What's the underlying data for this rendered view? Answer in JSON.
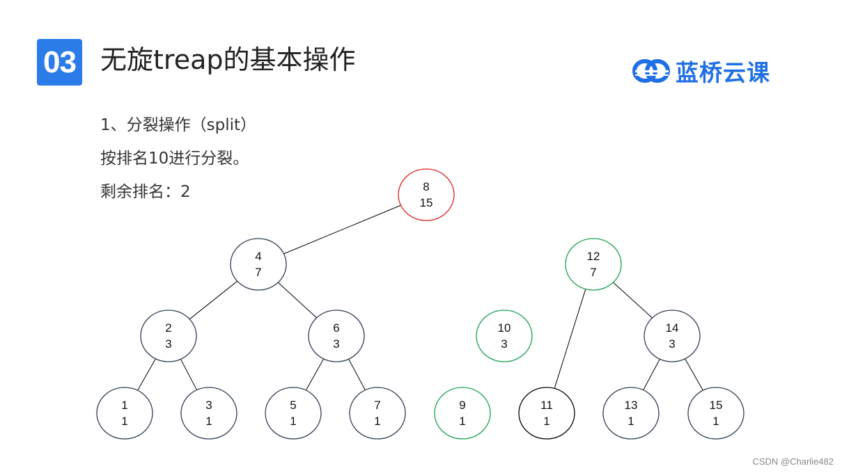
{
  "header": {
    "badge": "03",
    "title": "无旋treap的基本操作",
    "logo_text": "蓝桥云课"
  },
  "content": {
    "line1": "1、分裂操作（split）",
    "line2": "按排名10进行分裂。",
    "line3": "剩余排名：2"
  },
  "colors": {
    "default": "#2f3d52",
    "root": "#e02020",
    "green": "#1aa050",
    "black": "#000000",
    "edge": "#000000",
    "accent": "#2b7be8"
  },
  "nodes": [
    {
      "id": "n8",
      "key": "8",
      "size": "15",
      "color": "root"
    },
    {
      "id": "n4",
      "key": "4",
      "size": "7",
      "color": "default"
    },
    {
      "id": "n12",
      "key": "12",
      "size": "7",
      "color": "green"
    },
    {
      "id": "n2",
      "key": "2",
      "size": "3",
      "color": "default"
    },
    {
      "id": "n6",
      "key": "6",
      "size": "3",
      "color": "default"
    },
    {
      "id": "n10",
      "key": "10",
      "size": "3",
      "color": "green"
    },
    {
      "id": "n14",
      "key": "14",
      "size": "3",
      "color": "default"
    },
    {
      "id": "n1",
      "key": "1",
      "size": "1",
      "color": "default"
    },
    {
      "id": "n3",
      "key": "3",
      "size": "1",
      "color": "default"
    },
    {
      "id": "n5",
      "key": "5",
      "size": "1",
      "color": "default"
    },
    {
      "id": "n7",
      "key": "7",
      "size": "1",
      "color": "default"
    },
    {
      "id": "n9",
      "key": "9",
      "size": "1",
      "color": "green"
    },
    {
      "id": "n11",
      "key": "11",
      "size": "1",
      "color": "black"
    },
    {
      "id": "n13",
      "key": "13",
      "size": "1",
      "color": "default"
    },
    {
      "id": "n15",
      "key": "15",
      "size": "1",
      "color": "default"
    }
  ],
  "edges": [
    [
      "n8",
      "n4"
    ],
    [
      "n4",
      "n2"
    ],
    [
      "n4",
      "n6"
    ],
    [
      "n2",
      "n1"
    ],
    [
      "n2",
      "n3"
    ],
    [
      "n6",
      "n5"
    ],
    [
      "n6",
      "n7"
    ],
    [
      "n12",
      "n11"
    ],
    [
      "n12",
      "n14"
    ],
    [
      "n14",
      "n13"
    ],
    [
      "n14",
      "n15"
    ]
  ],
  "watermark": "CSDN @Charlie482"
}
